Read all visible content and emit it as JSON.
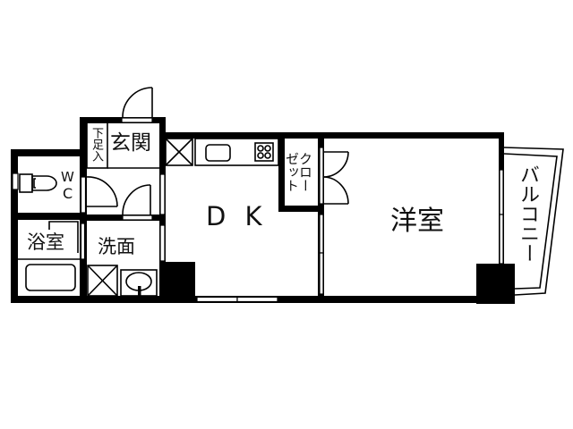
{
  "floor_plan": {
    "colors": {
      "wall": "#000000",
      "background": "#ffffff",
      "line": "#000000"
    },
    "rooms": {
      "dk": {
        "label": "D K"
      },
      "western_room": {
        "label": "洋室"
      },
      "bath": {
        "label": "浴室"
      },
      "washroom": {
        "label": "洗面"
      },
      "entrance": {
        "label": "玄関"
      },
      "shoe_closet": {
        "label": "下足入"
      },
      "toilet": {
        "label_line1": "W",
        "label_line2": "C"
      },
      "closet": {
        "label_line1": "クロー",
        "label_line2": "ゼット"
      },
      "balcony": {
        "label": "バルコニー"
      }
    }
  }
}
